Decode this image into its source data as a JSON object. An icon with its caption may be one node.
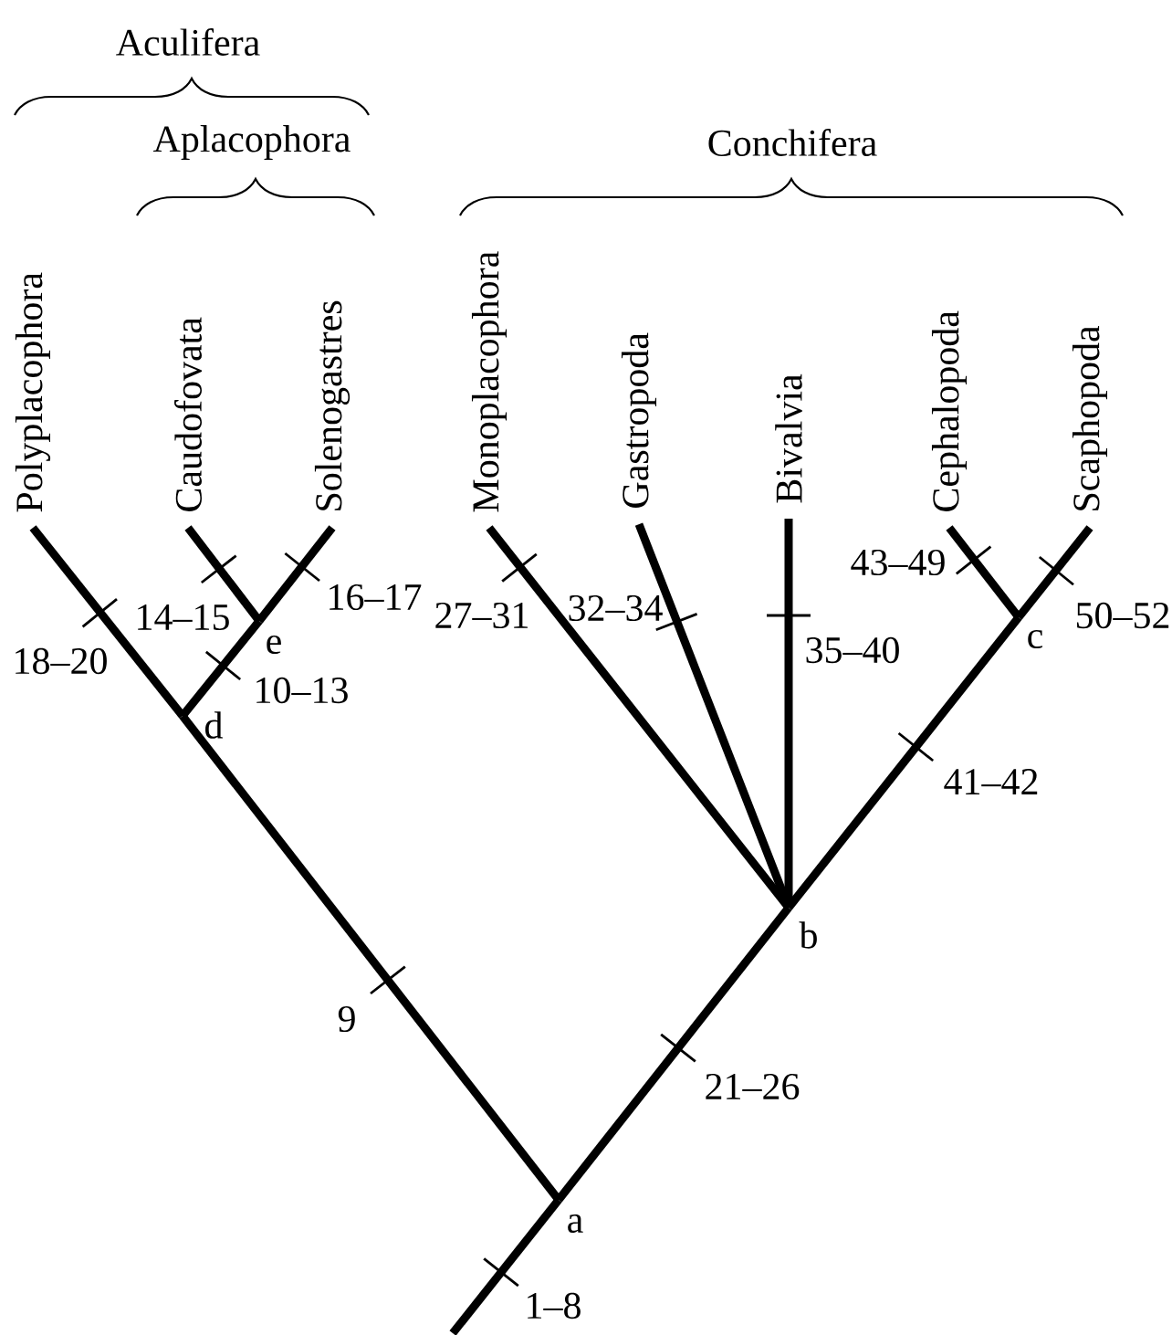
{
  "diagram": {
    "nodes": [
      {
        "text": [
          "Polyplacophora"
        ]
      },
      {
        "text": [
          "Caudofovata"
        ]
      },
      {
        "text": [
          "Solenogastres"
        ]
      },
      {
        "text": [
          "Monoplacophora"
        ]
      },
      {
        "text": [
          "Gastropoda"
        ]
      },
      {
        "text": [
          "Bivalvia"
        ]
      },
      {
        "text": [
          "Cephalopoda"
        ]
      },
      {
        "text": [
          "Scaphopoda"
        ]
      },
      {
        "text": [
          "a"
        ]
      },
      {
        "text": [
          "b"
        ]
      },
      {
        "text": [
          "c"
        ]
      },
      {
        "text": [
          "d"
        ]
      },
      {
        "text": [
          "e"
        ]
      }
    ],
    "edges": [
      {
        "from": null,
        "to": 8,
        "arrow": "none",
        "label": "1–8"
      },
      {
        "from": 8,
        "to": 11,
        "arrow": "none",
        "label": "9"
      },
      {
        "from": 11,
        "to": 0,
        "arrow": "none",
        "label": "18–20"
      },
      {
        "from": 11,
        "to": 12,
        "arrow": "none",
        "label": "10–13"
      },
      {
        "from": 12,
        "to": 1,
        "arrow": "none",
        "label": "14–15"
      },
      {
        "from": 12,
        "to": 2,
        "arrow": "none",
        "label": "16–17"
      },
      {
        "from": 8,
        "to": 9,
        "arrow": "none",
        "label": "21–26"
      },
      {
        "from": 9,
        "to": 3,
        "arrow": "none",
        "label": "27–31"
      },
      {
        "from": 9,
        "to": 4,
        "arrow": "none",
        "label": "32–34"
      },
      {
        "from": 9,
        "to": 5,
        "arrow": "none",
        "label": "35–40"
      },
      {
        "from": 9,
        "to": 10,
        "arrow": "none",
        "label": "41–42"
      },
      {
        "from": 10,
        "to": 6,
        "arrow": "none",
        "label": "43–49"
      },
      {
        "from": 10,
        "to": 7,
        "arrow": "none",
        "label": "50–52"
      }
    ],
    "labels": [
      "Aculifera",
      "Aplacophora",
      "Conchifera"
    ]
  }
}
